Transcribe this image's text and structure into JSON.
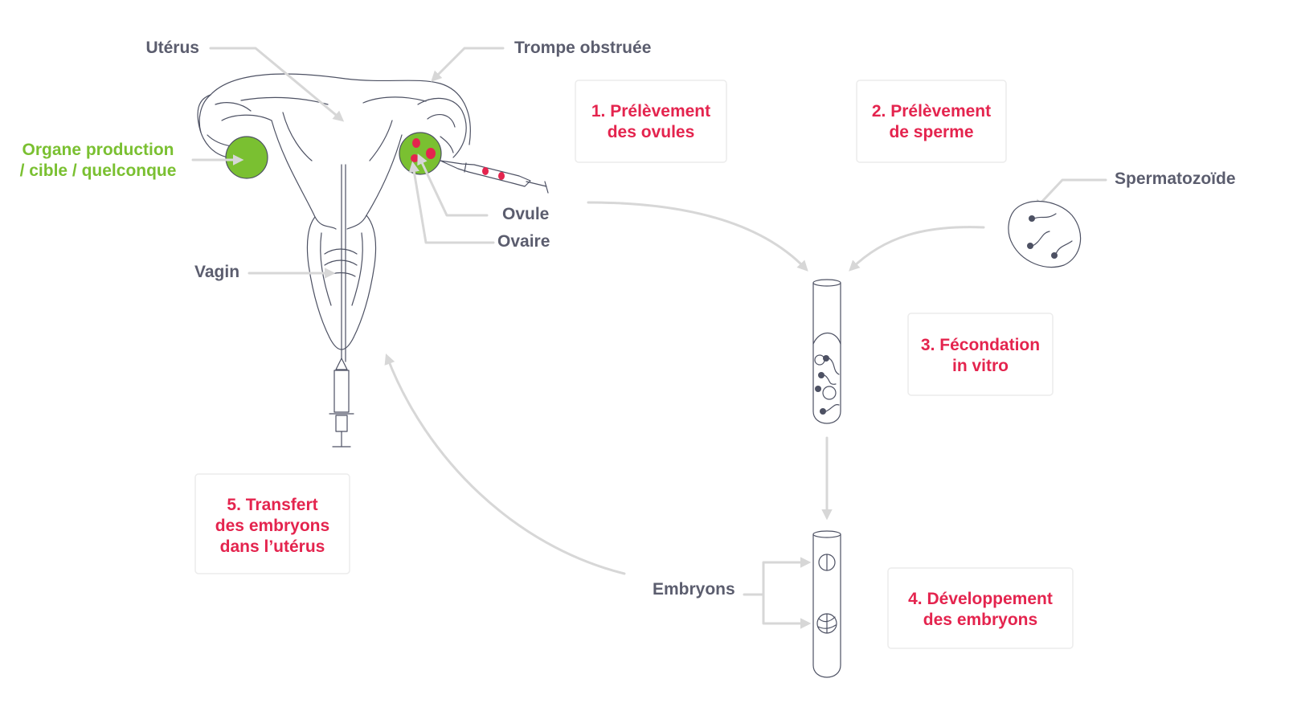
{
  "labels": {
    "uterus": "Utérus",
    "blocked_tube": "Trompe obstruée",
    "target_organ_line1": "Organe production",
    "target_organ_line2": "/ cible / quelconque",
    "ovum": "Ovule",
    "ovary": "Ovaire",
    "vagina": "Vagin",
    "spermatozoon": "Spermatozoïde",
    "embryos": "Embryons"
  },
  "steps": [
    {
      "line1": "1. Prélèvement",
      "line2": "des ovules"
    },
    {
      "line1": "2. Prélèvement",
      "line2": "de sperme"
    },
    {
      "line1": "3. Fécondation",
      "line2": "in vitro"
    },
    {
      "line1": "4. Développement",
      "line2": "des embryons"
    },
    {
      "line1": "5. Transfert",
      "line2": "des embryons",
      "line3": "dans l’utérus"
    }
  ],
  "colors": {
    "step_text": "#e4244e",
    "label_text": "#5b5d6e",
    "target_text": "#7ac031",
    "ovary_fill": "#7ac031",
    "ovum_fill": "#e4244e",
    "arrow": "#d7d7d7",
    "outline": "#4d5163"
  }
}
